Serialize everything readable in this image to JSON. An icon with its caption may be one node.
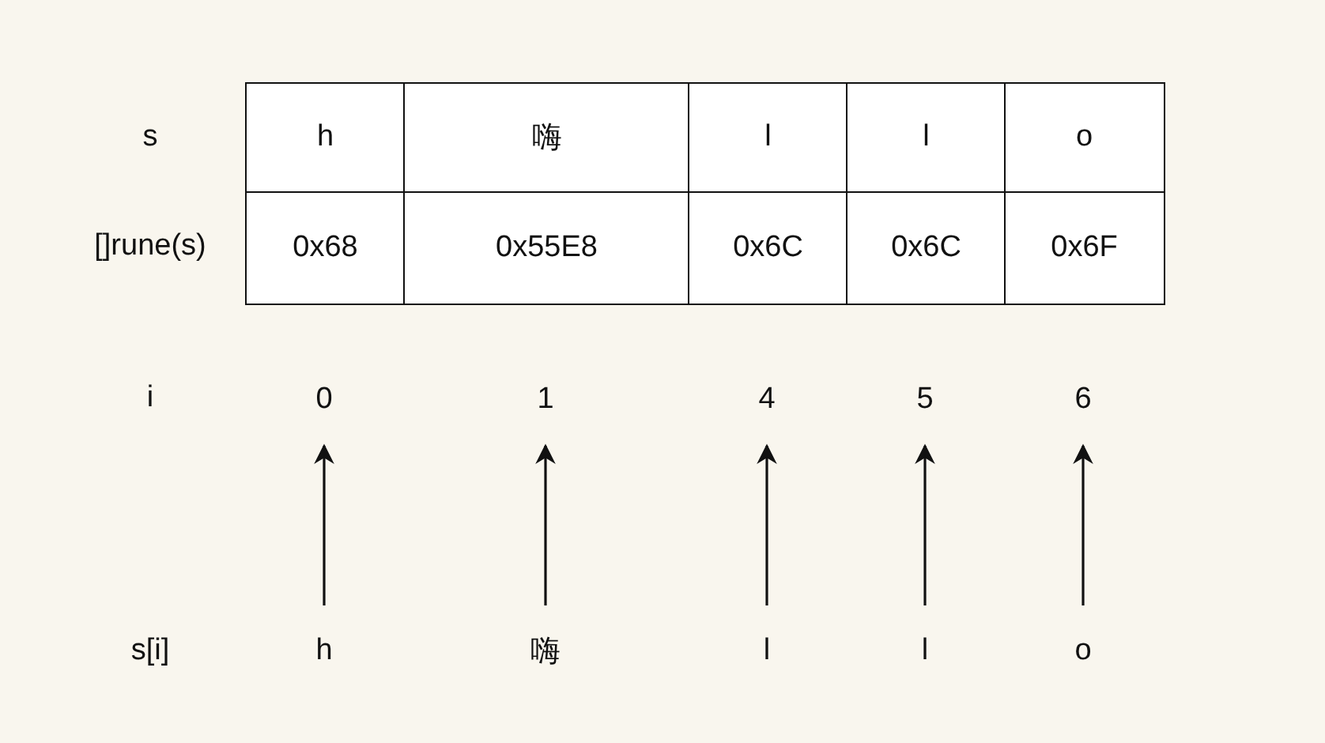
{
  "diagram": {
    "nodes": [
      {
        "text": [
          "0"
        ]
      },
      {
        "text": [
          "1"
        ]
      },
      {
        "text": [
          "4"
        ]
      },
      {
        "text": [
          "5"
        ]
      },
      {
        "text": [
          "6"
        ]
      },
      {
        "text": [
          "h"
        ]
      },
      {
        "text": [
          "嗨"
        ]
      },
      {
        "text": [
          "l"
        ]
      },
      {
        "text": [
          "l"
        ]
      },
      {
        "text": [
          "o"
        ]
      }
    ],
    "edges": [
      {
        "from": 5,
        "to": 0,
        "arrow": "to"
      },
      {
        "from": 6,
        "to": 1,
        "arrow": "to"
      },
      {
        "from": 7,
        "to": 2,
        "arrow": "to"
      },
      {
        "from": 8,
        "to": 3,
        "arrow": "to"
      },
      {
        "from": 9,
        "to": 4,
        "arrow": "to"
      }
    ],
    "labels": [
      "s",
      "h",
      "嗨",
      "l",
      "l",
      "o",
      "[]rune(s)",
      "0x68",
      "0x55E8",
      "0x6C",
      "0x6C",
      "0x6F",
      "i",
      "s[i]"
    ]
  }
}
